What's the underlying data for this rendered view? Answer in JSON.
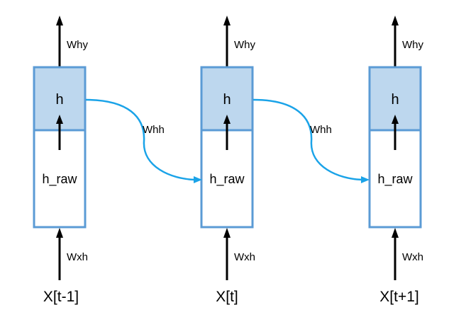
{
  "cells": [
    {
      "input": "X[t-1]",
      "input_weight": "Wxh",
      "raw": "h_raw",
      "hidden": "h",
      "output_weight": "Why"
    },
    {
      "input": "X[t]",
      "input_weight": "Wxh",
      "raw": "h_raw",
      "hidden": "h",
      "output_weight": "Why"
    },
    {
      "input": "X[t+1]",
      "input_weight": "Wxh",
      "raw": "h_raw",
      "hidden": "h",
      "output_weight": "Why"
    }
  ],
  "recurrent_weights": [
    "Whh",
    "Whh"
  ],
  "colors": {
    "hidden_fill": "#bdd7ee",
    "cell_border": "#5b9bd5",
    "recurrent_arrow": "#1aa3e8",
    "arrow": "#000000"
  }
}
